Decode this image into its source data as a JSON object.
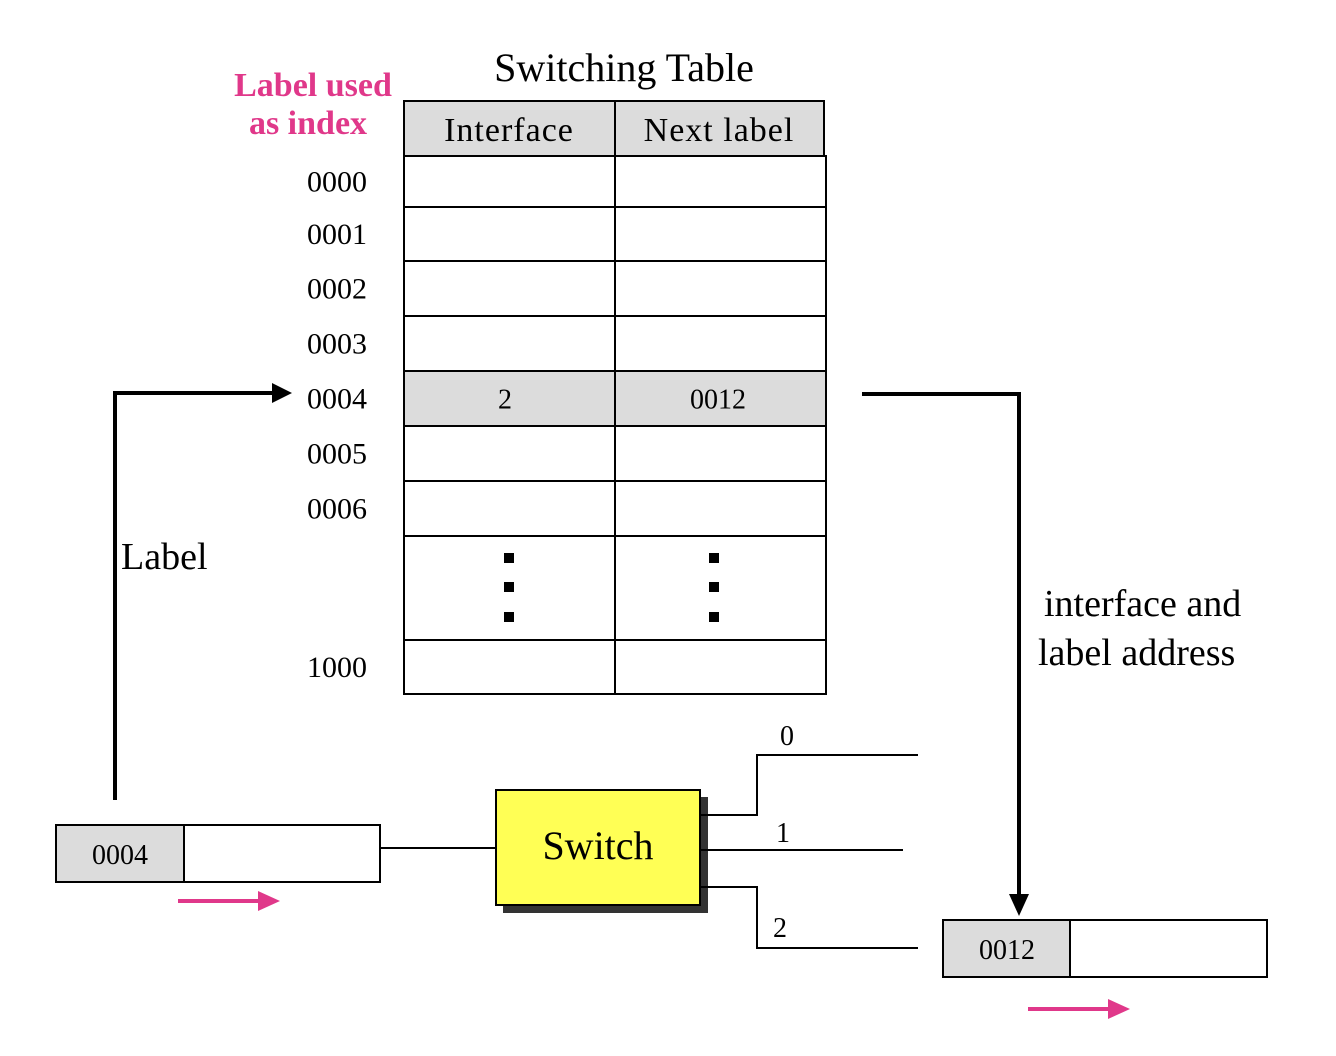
{
  "title": "Switching Table",
  "index_caption": [
    "Label used",
    "as index"
  ],
  "headers": {
    "interface": "Interface",
    "next_label": "Next label"
  },
  "rows": [
    {
      "index": "0000",
      "interface": "",
      "next_label": ""
    },
    {
      "index": "0001",
      "interface": "",
      "next_label": ""
    },
    {
      "index": "0002",
      "interface": "",
      "next_label": ""
    },
    {
      "index": "0003",
      "interface": "",
      "next_label": ""
    },
    {
      "index": "0004",
      "interface": "2",
      "next_label": "0012",
      "highlight": true
    },
    {
      "index": "0005",
      "interface": "",
      "next_label": ""
    },
    {
      "index": "0006",
      "interface": "",
      "next_label": ""
    },
    {
      "index": "",
      "interface": "",
      "next_label": "",
      "ellipsis": true
    },
    {
      "index": "1000",
      "interface": "",
      "next_label": ""
    }
  ],
  "left_arrow_label": "Label",
  "right_arrow_label": [
    "interface and",
    "label address"
  ],
  "switch_label": "Switch",
  "ports": [
    "0",
    "1",
    "2"
  ],
  "incoming_packet_label": "0004",
  "outgoing_packet_label": "0012",
  "colors": {
    "accent": "#e0388a",
    "switch_fill": "#ffff55",
    "shaded": "#dcdcdc"
  }
}
